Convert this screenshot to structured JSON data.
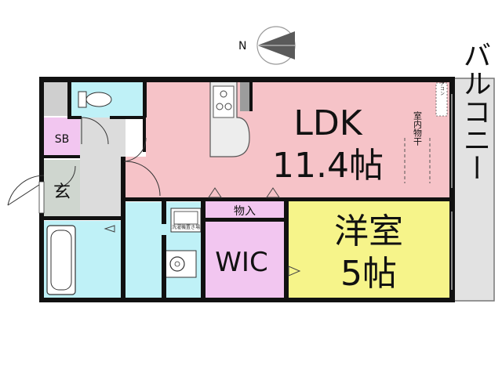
{
  "compass": {
    "label": "N"
  },
  "rooms": {
    "ldk_name": "LDK",
    "ldk_size": "11.4帖",
    "western_name": "洋室",
    "western_size": "5帖",
    "wic": "WIC",
    "storage": "物入",
    "sb": "SB",
    "entrance": "玄",
    "balcony": "バルコニー",
    "indoor_drying": "室内物干",
    "aircon": "エアコン",
    "washer": "洗濯機置き場"
  },
  "colors": {
    "ldk": "#f6c3c8",
    "western": "#f6f48a",
    "wic_storage": "#f2c6f0",
    "wet_areas": "#bff1f7",
    "hall": "#dcdcdc",
    "balcony": "#e2e2e2",
    "wall": "#111111"
  }
}
